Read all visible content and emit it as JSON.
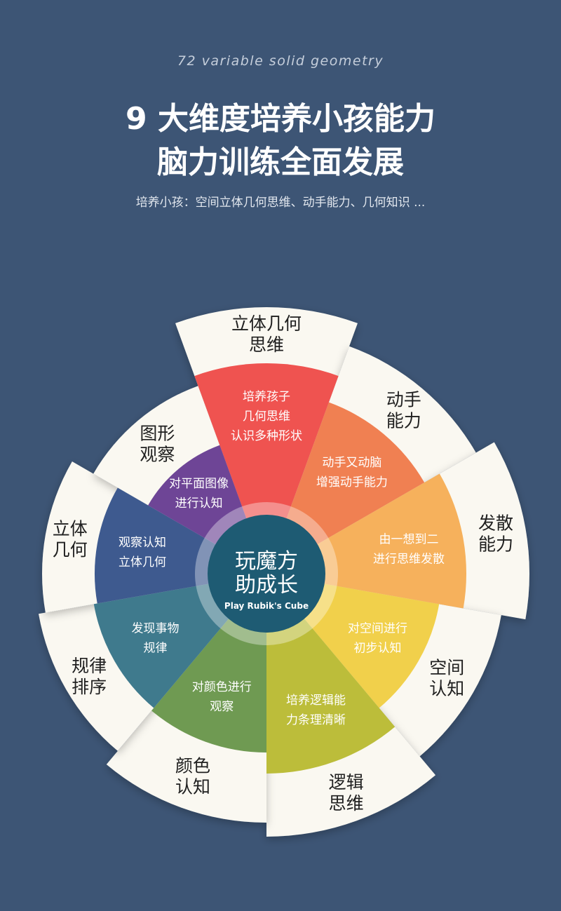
{
  "header": {
    "subtitle_en": "72 variable solid geometry",
    "title_line1": "9 大维度培养小孩能力",
    "title_line2": "脑力训练全面发展",
    "description": "培养小孩：空间立体几何思维、动手能力、几何知识 ..."
  },
  "center": {
    "title_line1": "玩魔方",
    "title_line2": "助成长",
    "subtitle": "Play Rubik's Cube"
  },
  "segments": [
    {
      "label_line1": "立体几何",
      "label_line2": "思维",
      "desc_lines": [
        "培养孩子",
        "几何思维",
        "认识多种形状"
      ],
      "color": "#ef5350"
    },
    {
      "label_line1": "动手",
      "label_line2": "能力",
      "desc_lines": [
        "动手又动脑",
        "增强动手能力"
      ],
      "color": "#f08052"
    },
    {
      "label_line1": "发散",
      "label_line2": "能力",
      "desc_lines": [
        "由一想到二",
        "进行思维发散"
      ],
      "color": "#f6b15c"
    },
    {
      "label_line1": "空间",
      "label_line2": "认知",
      "desc_lines": [
        "对空间进行",
        "初步认知"
      ],
      "color": "#f1d04b"
    },
    {
      "label_line1": "逻辑",
      "label_line2": "思维",
      "desc_lines": [
        "培养逻辑能",
        "力条理清晰"
      ],
      "color": "#bcbd3a"
    },
    {
      "label_line1": "颜色",
      "label_line2": "认知",
      "desc_lines": [
        "对颜色进行",
        "观察"
      ],
      "color": "#6f9a52"
    },
    {
      "label_line1": "规律",
      "label_line2": "排序",
      "desc_lines": [
        "发现事物",
        "规律"
      ],
      "color": "#3f7a8d"
    },
    {
      "label_line1": "立体",
      "label_line2": "几何",
      "desc_lines": [
        "观察认知",
        "立体几何"
      ],
      "color": "#3e5a8f"
    },
    {
      "label_line1": "图形",
      "label_line2": "观察",
      "desc_lines": [
        "对平面图像",
        "进行认知"
      ],
      "color": "#6e4596"
    }
  ]
}
